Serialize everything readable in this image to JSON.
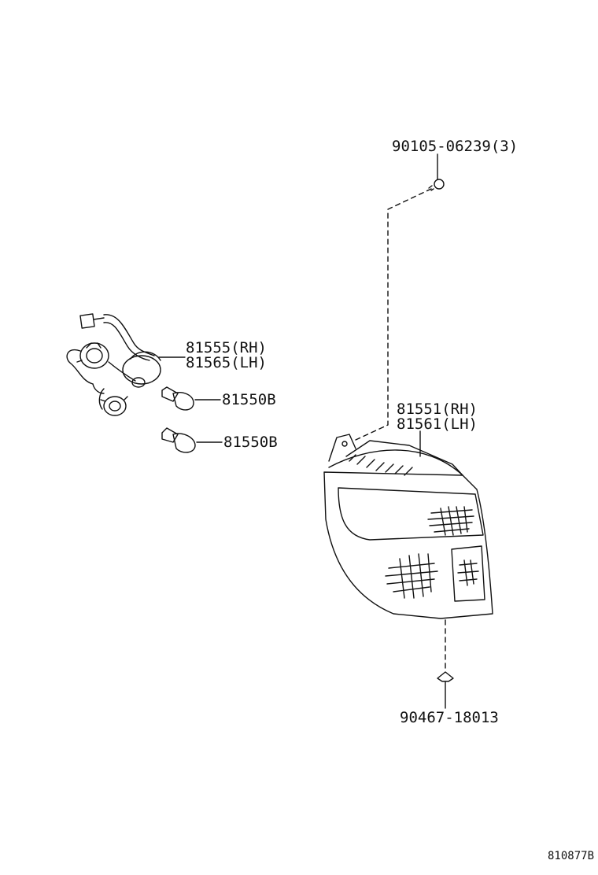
{
  "diagram": {
    "part_labels": {
      "screw_top": "90105-06239(3)",
      "socket_rh": "81555(RH)",
      "socket_lh": "81565(LH)",
      "bulb_upper": "81550B",
      "bulb_lower": "81550B",
      "lamp_rh": "81551(RH)",
      "lamp_lh": "81561(LH)",
      "clip_bottom": "90467-18013"
    },
    "illustration_id": "810877B",
    "colors": {
      "line": "#111111",
      "background": "#ffffff"
    }
  }
}
